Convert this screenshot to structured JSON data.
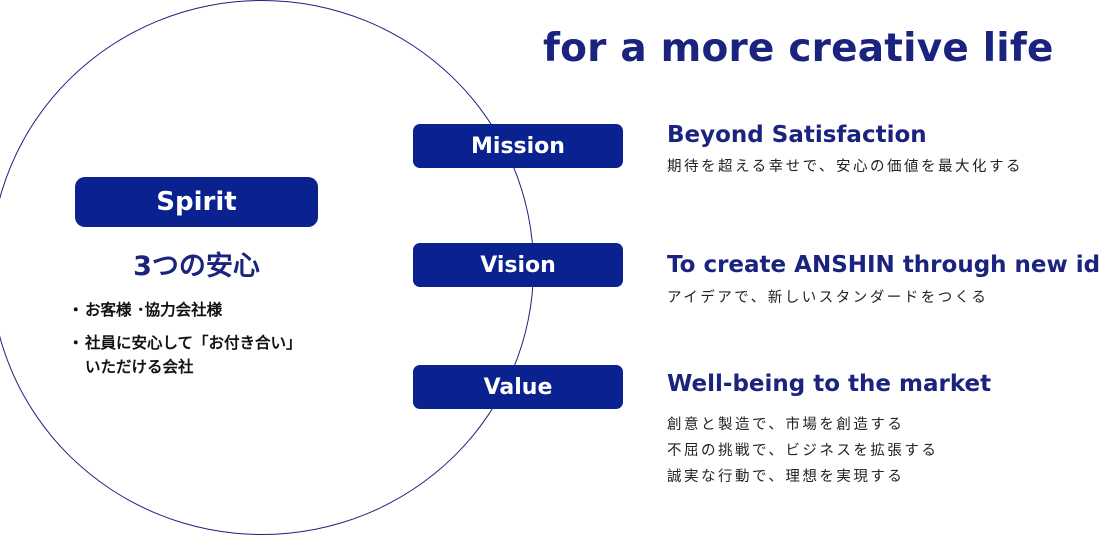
{
  "tagline": "for a more creative life",
  "spirit": {
    "label": "Spirit",
    "title": "3つの安心",
    "bullets": [
      {
        "marker": "・",
        "text": "お客様 ･協力会社様"
      },
      {
        "marker": "・",
        "text": "社員に安心して「お付き合い」\nいただける会社"
      }
    ]
  },
  "items": {
    "mission": {
      "label": "Mission",
      "title": "Beyond Satisfaction",
      "lines": [
        "期待を超える幸せで、安心の価値を最大化する"
      ]
    },
    "vision": {
      "label": "Vision",
      "title": "To create ANSHIN through new ideas",
      "lines": [
        "アイデアで、新しいスタンダードをつくる"
      ]
    },
    "value": {
      "label": "Value",
      "title": "Well-being to the market",
      "lines": [
        "創意と製造で、市場を創造する",
        "不屈の挑戦で、ビジネスを拡張する",
        "誠実な行動で、理想を実現する"
      ]
    }
  },
  "colors": {
    "brand_navy": "#1a237e",
    "pill_blue": "#0a2290"
  }
}
